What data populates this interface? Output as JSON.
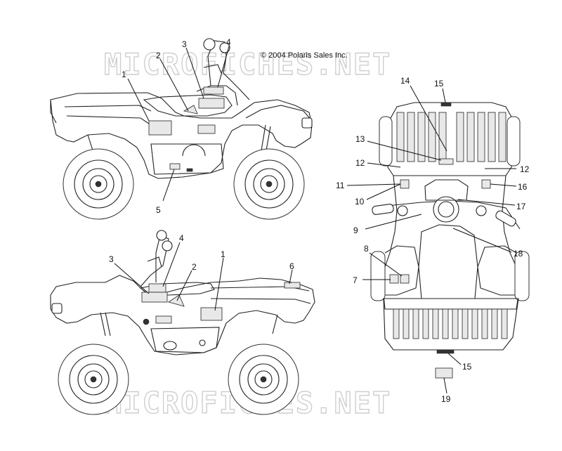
{
  "copyright": "© 2004 Polaris Sales Inc.",
  "watermark": "MICROFICHES.NET",
  "callouts": {
    "side_right": [
      "1",
      "2",
      "3",
      "4",
      "5"
    ],
    "side_left": [
      "1",
      "2",
      "3",
      "4",
      "6"
    ],
    "top": [
      "7",
      "8",
      "9",
      "10",
      "11",
      "12",
      "12",
      "13",
      "14",
      "15",
      "15",
      "16",
      "17",
      "18",
      "19"
    ]
  }
}
